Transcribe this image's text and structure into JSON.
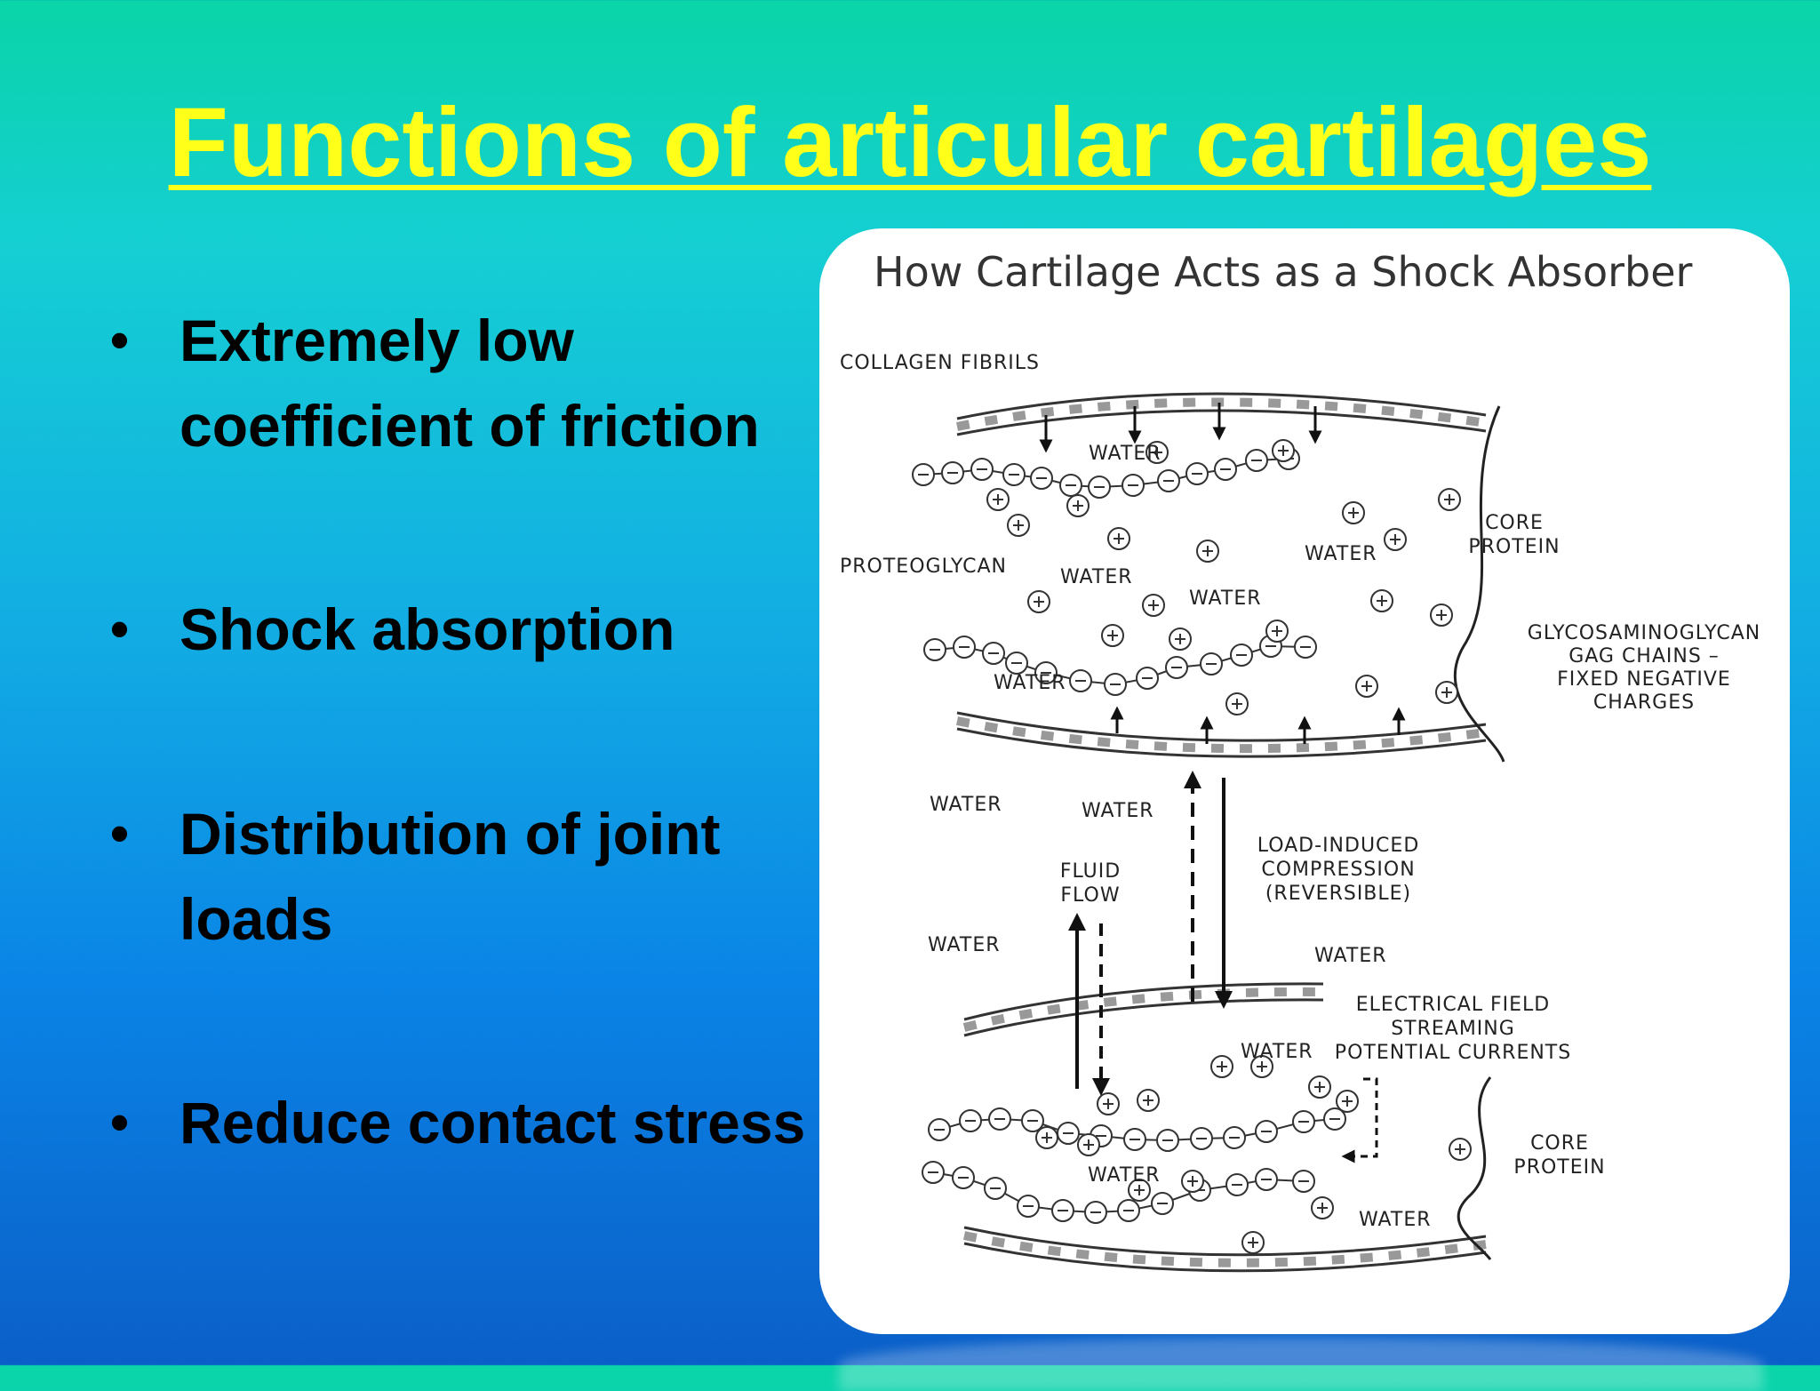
{
  "slide": {
    "title": "Functions of articular cartilages",
    "bullets": [
      "Extremely low coefficient of friction",
      "Shock absorption",
      "Distribution of joint loads",
      "Reduce contact stress"
    ],
    "bullet_symbol": "•"
  },
  "diagram": {
    "title": "How Cartilage Acts as a Shock Absorber",
    "labels": {
      "collagen_fibrils": "COLLAGEN FIBRILS",
      "proteoglycan": "PROTEOGLYCAN",
      "core_protein_top": [
        "CORE",
        "PROTEIN"
      ],
      "gag": [
        "GLYCOSAMINOGLYCAN",
        "GAG CHAINS –",
        "FIXED NEGATIVE",
        "CHARGES"
      ],
      "water": "WATER",
      "fluid_flow": [
        "FLUID",
        "FLOW"
      ],
      "load_induced": [
        "LOAD-INDUCED",
        "COMPRESSION",
        "(REVERSIBLE)"
      ],
      "electrical_field": [
        "ELECTRICAL FIELD",
        "STREAMING",
        "POTENTIAL CURRENTS"
      ],
      "core_protein_bottom": [
        "CORE",
        "PROTEIN"
      ]
    }
  },
  "colors": {
    "title": "#ffff1a",
    "bullet_text": "#000000",
    "card": "#ffffff",
    "diagram_ink": "#222222"
  }
}
